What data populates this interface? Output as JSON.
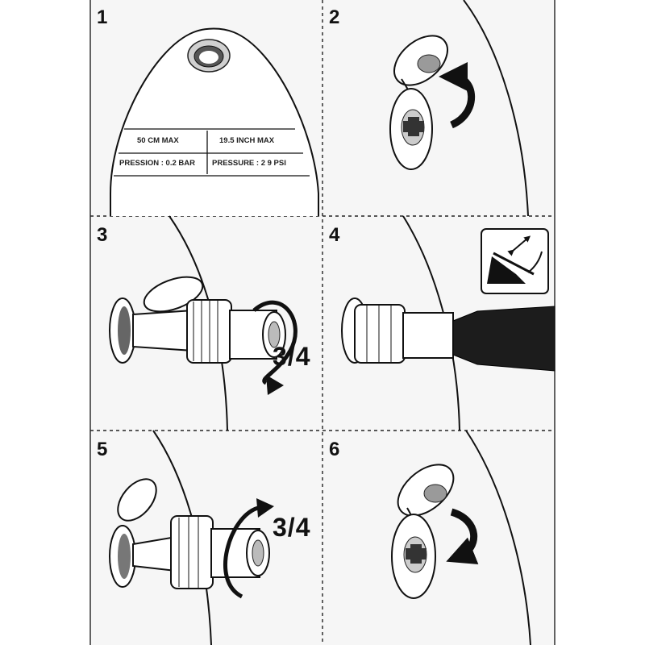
{
  "steps": [
    {
      "number": "1"
    },
    {
      "number": "2"
    },
    {
      "number": "3"
    },
    {
      "number": "4"
    },
    {
      "number": "5"
    },
    {
      "number": "6"
    }
  ],
  "fender_label": {
    "size_cm": "50 CM MAX",
    "size_inch": "19.5 INCH MAX",
    "pression": "PRESSION : 0.2 BAR",
    "pressure": "PRESSURE : 2 9 PSI"
  },
  "turn_amount": {
    "step3": "3/4",
    "step5": "3/4"
  },
  "icons": [
    "pump-icon",
    "arrow-clockwise-icon",
    "arrow-counterclockwise-icon",
    "valve-icon",
    "hose-icon"
  ],
  "colors": {
    "ink": "#111111",
    "paper": "#f7f7f7",
    "hose": "#1c1c1c",
    "valve_core": "#8a8a8a"
  }
}
